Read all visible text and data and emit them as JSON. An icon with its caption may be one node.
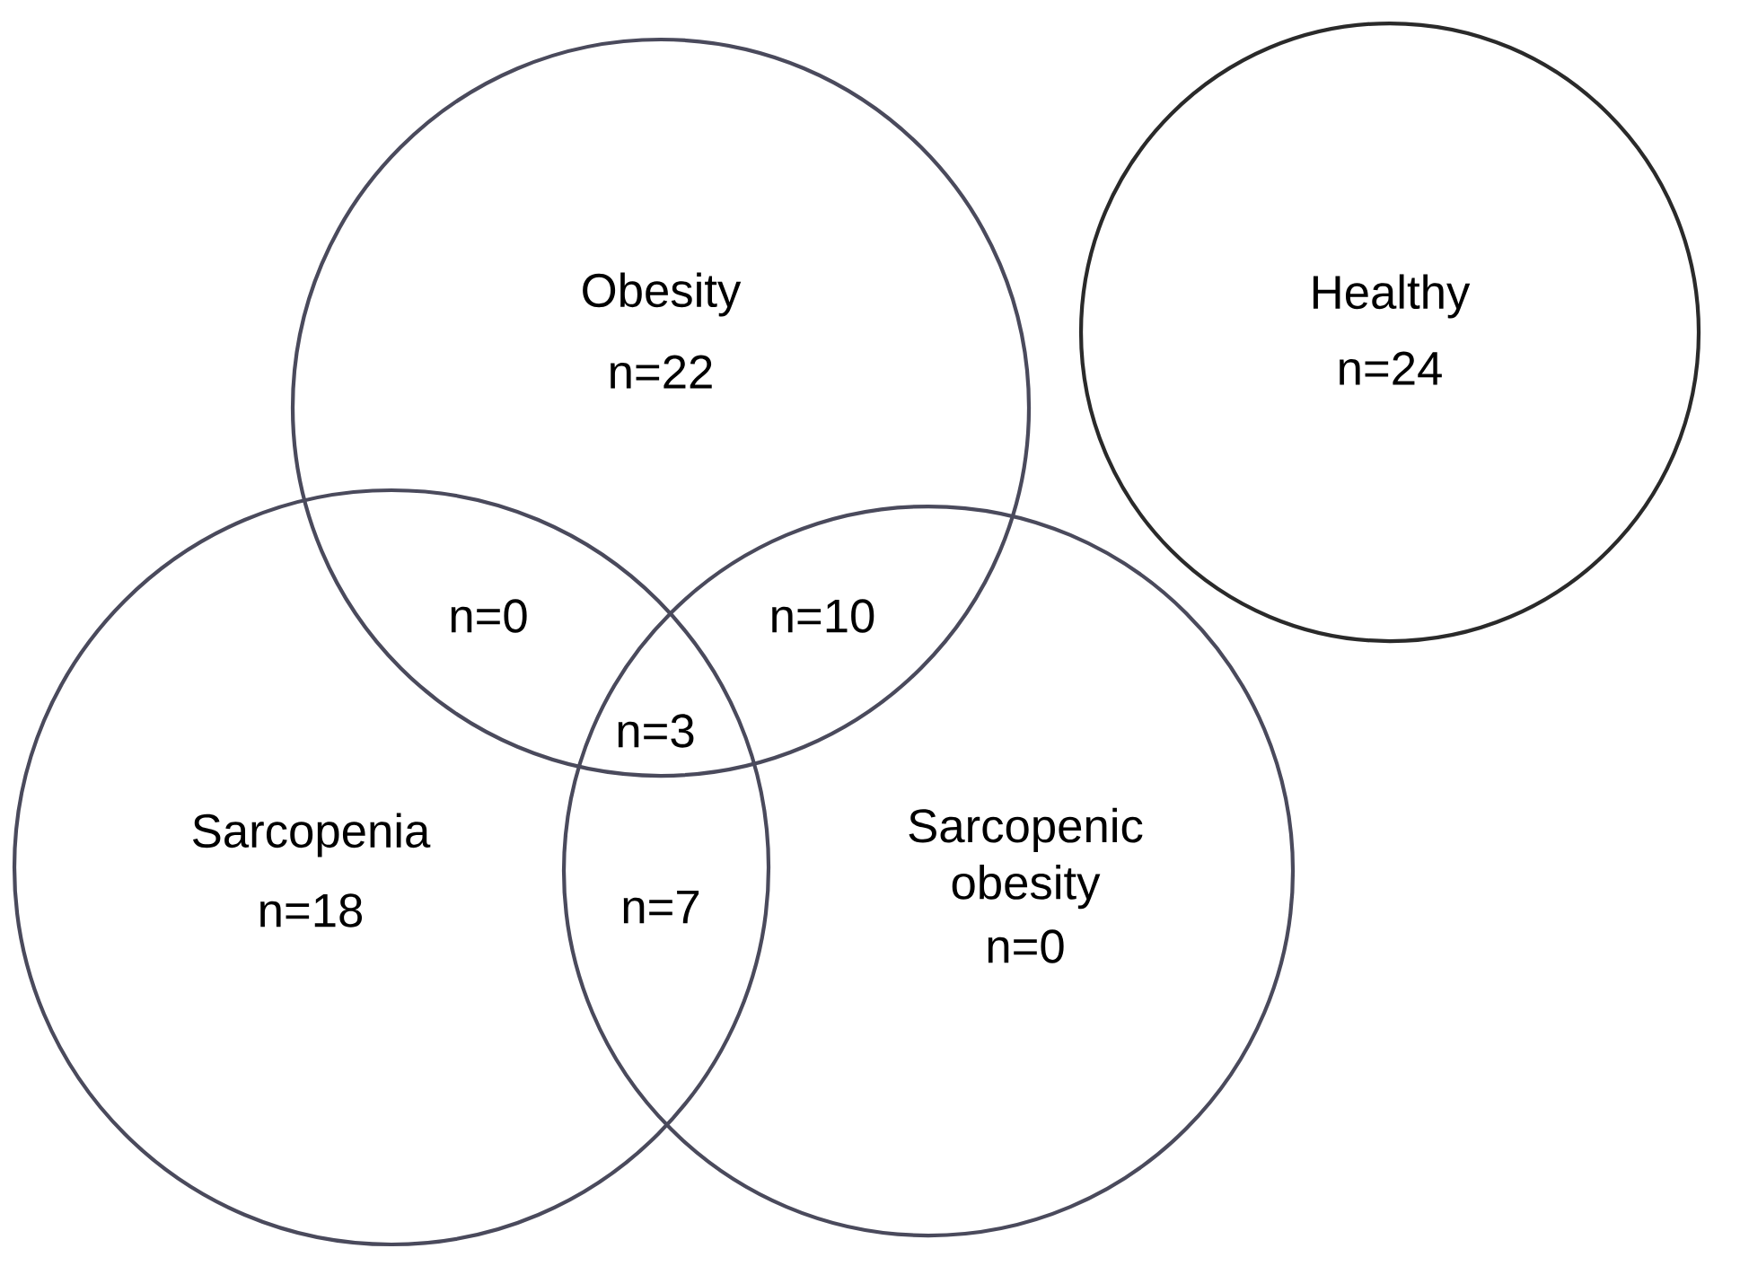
{
  "diagram": {
    "nodes": [
      {
        "text": [
          "Obesity",
          "n=22"
        ]
      },
      {
        "text": [
          "Healthy",
          "n=24"
        ]
      },
      {
        "text": [
          "Sarcopenia",
          "n=18"
        ]
      },
      {
        "text": [
          "Sarcopenic obesity",
          "n=0"
        ]
      }
    ],
    "labels": [
      "n=0",
      "n=10",
      "n=3",
      "n=7"
    ]
  }
}
